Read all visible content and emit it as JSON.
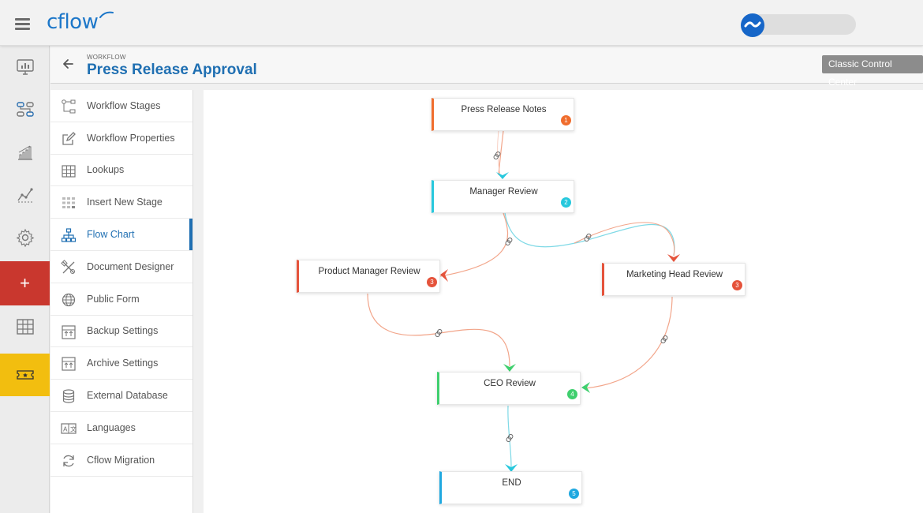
{
  "app": {
    "logo_text": "cflow"
  },
  "header": {
    "eyebrow": "WORKFLOW",
    "title": "Press Release Approval",
    "classic_button": "Classic Control Center"
  },
  "rail": [
    {
      "name": "dashboard",
      "icon": "monitor-chart-icon"
    },
    {
      "name": "workflows",
      "icon": "workflow-nodes-icon"
    },
    {
      "name": "reports",
      "icon": "bar-chart-icon"
    },
    {
      "name": "analytics",
      "icon": "line-chart-icon"
    },
    {
      "name": "settings",
      "icon": "gear-icon"
    },
    {
      "name": "add",
      "icon": "plus-icon",
      "label": "+"
    },
    {
      "name": "tables",
      "icon": "table-icon"
    },
    {
      "name": "tickets",
      "icon": "ticket-icon"
    }
  ],
  "sidebar": {
    "items": [
      {
        "label": "Workflow Stages",
        "icon": "stages-icon"
      },
      {
        "label": "Workflow Properties",
        "icon": "edit-icon"
      },
      {
        "label": "Lookups",
        "icon": "grid-icon"
      },
      {
        "label": "Insert New Stage",
        "icon": "insert-grid-icon"
      },
      {
        "label": "Flow Chart",
        "icon": "hierarchy-icon",
        "active": true
      },
      {
        "label": "Document Designer",
        "icon": "design-tools-icon"
      },
      {
        "label": "Public Form",
        "icon": "globe-icon"
      },
      {
        "label": "Backup Settings",
        "icon": "backup-icon"
      },
      {
        "label": "Archive Settings",
        "icon": "archive-icon"
      },
      {
        "label": "External Database",
        "icon": "database-icon"
      },
      {
        "label": "Languages",
        "icon": "languages-icon"
      },
      {
        "label": "Cflow Migration",
        "icon": "refresh-icon"
      }
    ]
  },
  "flow": {
    "nodes": [
      {
        "id": "n1",
        "title": "Press Release Notes",
        "badge": "1",
        "color": "#f06d2e"
      },
      {
        "id": "n2",
        "title": "Manager Review",
        "badge": "2",
        "color": "#27c8dd"
      },
      {
        "id": "n3",
        "title": "Product Manager Review",
        "badge": "3",
        "color": "#e5533b"
      },
      {
        "id": "n4",
        "title": "Marketing Head Review",
        "badge": "3",
        "color": "#e5533b"
      },
      {
        "id": "n5",
        "title": "CEO Review",
        "badge": "4",
        "color": "#3fcf6e"
      },
      {
        "id": "n6",
        "title": "END",
        "badge": "5",
        "color": "#1fa8e0"
      }
    ]
  },
  "colors": {
    "brand": "#1d77c9",
    "title": "#1f6fb2",
    "add_button": "#c9372e",
    "ticket_button": "#f2be0f",
    "edge_orange": "#f2a58a",
    "edge_teal": "#7fd9e6",
    "arrow_red": "#e5533b",
    "arrow_teal": "#27c8dd",
    "arrow_green": "#3fcf6e"
  }
}
